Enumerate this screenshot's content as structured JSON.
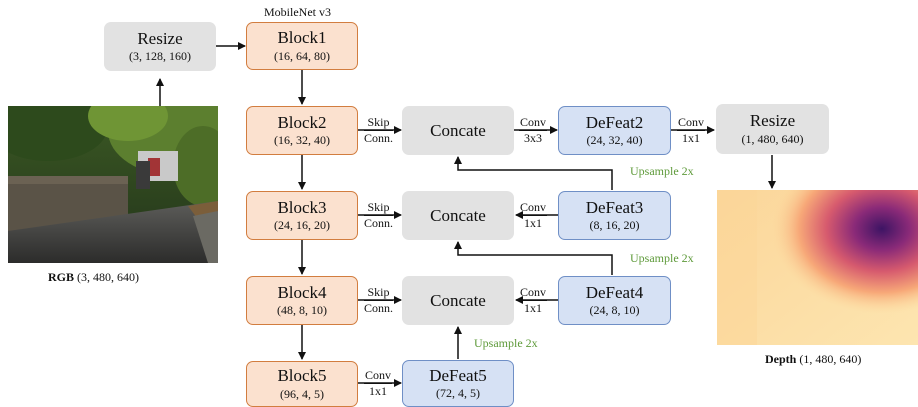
{
  "title": "MobileNet v3",
  "input": {
    "caption_bold": "RGB",
    "caption_rest": " (3, 480, 640)"
  },
  "output": {
    "caption_bold": "Depth",
    "caption_rest": " (1, 480, 640)"
  },
  "resize_in": {
    "title": "Resize",
    "dim": "(3, 128, 160)"
  },
  "resize_out": {
    "title": "Resize",
    "dim": "(1, 480, 640)"
  },
  "blocks": [
    {
      "title": "Block1",
      "dim": "(16, 64, 80)"
    },
    {
      "title": "Block2",
      "dim": "(16, 32, 40)"
    },
    {
      "title": "Block3",
      "dim": "(24, 16, 20)"
    },
    {
      "title": "Block4",
      "dim": "(48, 8, 10)"
    },
    {
      "title": "Block5",
      "dim": "(96, 4, 5)"
    }
  ],
  "concats": [
    {
      "title": "Concate"
    },
    {
      "title": "Concate"
    },
    {
      "title": "Concate"
    }
  ],
  "defeats": [
    {
      "title": "DeFeat2",
      "dim": "(24, 32, 40)"
    },
    {
      "title": "DeFeat3",
      "dim": "(8, 16, 20)"
    },
    {
      "title": "DeFeat4",
      "dim": "(24, 8, 10)"
    },
    {
      "title": "DeFeat5",
      "dim": "(72, 4, 5)"
    }
  ],
  "edge_labels": {
    "skip": {
      "top": "Skip",
      "bottom": "Conn."
    },
    "conv3x3": {
      "top": "Conv",
      "bottom": "3x3"
    },
    "conv1x1": {
      "top": "Conv",
      "bottom": "1x1"
    }
  },
  "upsample": "Upsample 2x",
  "colors": {
    "gray_box": "#e2e2e2",
    "block_fill": "#fbe1cf",
    "block_border": "#d27d3f",
    "defeat_fill": "#d6e1f4",
    "defeat_border": "#6f8fc6",
    "upsample_text": "#5e9a3a"
  }
}
